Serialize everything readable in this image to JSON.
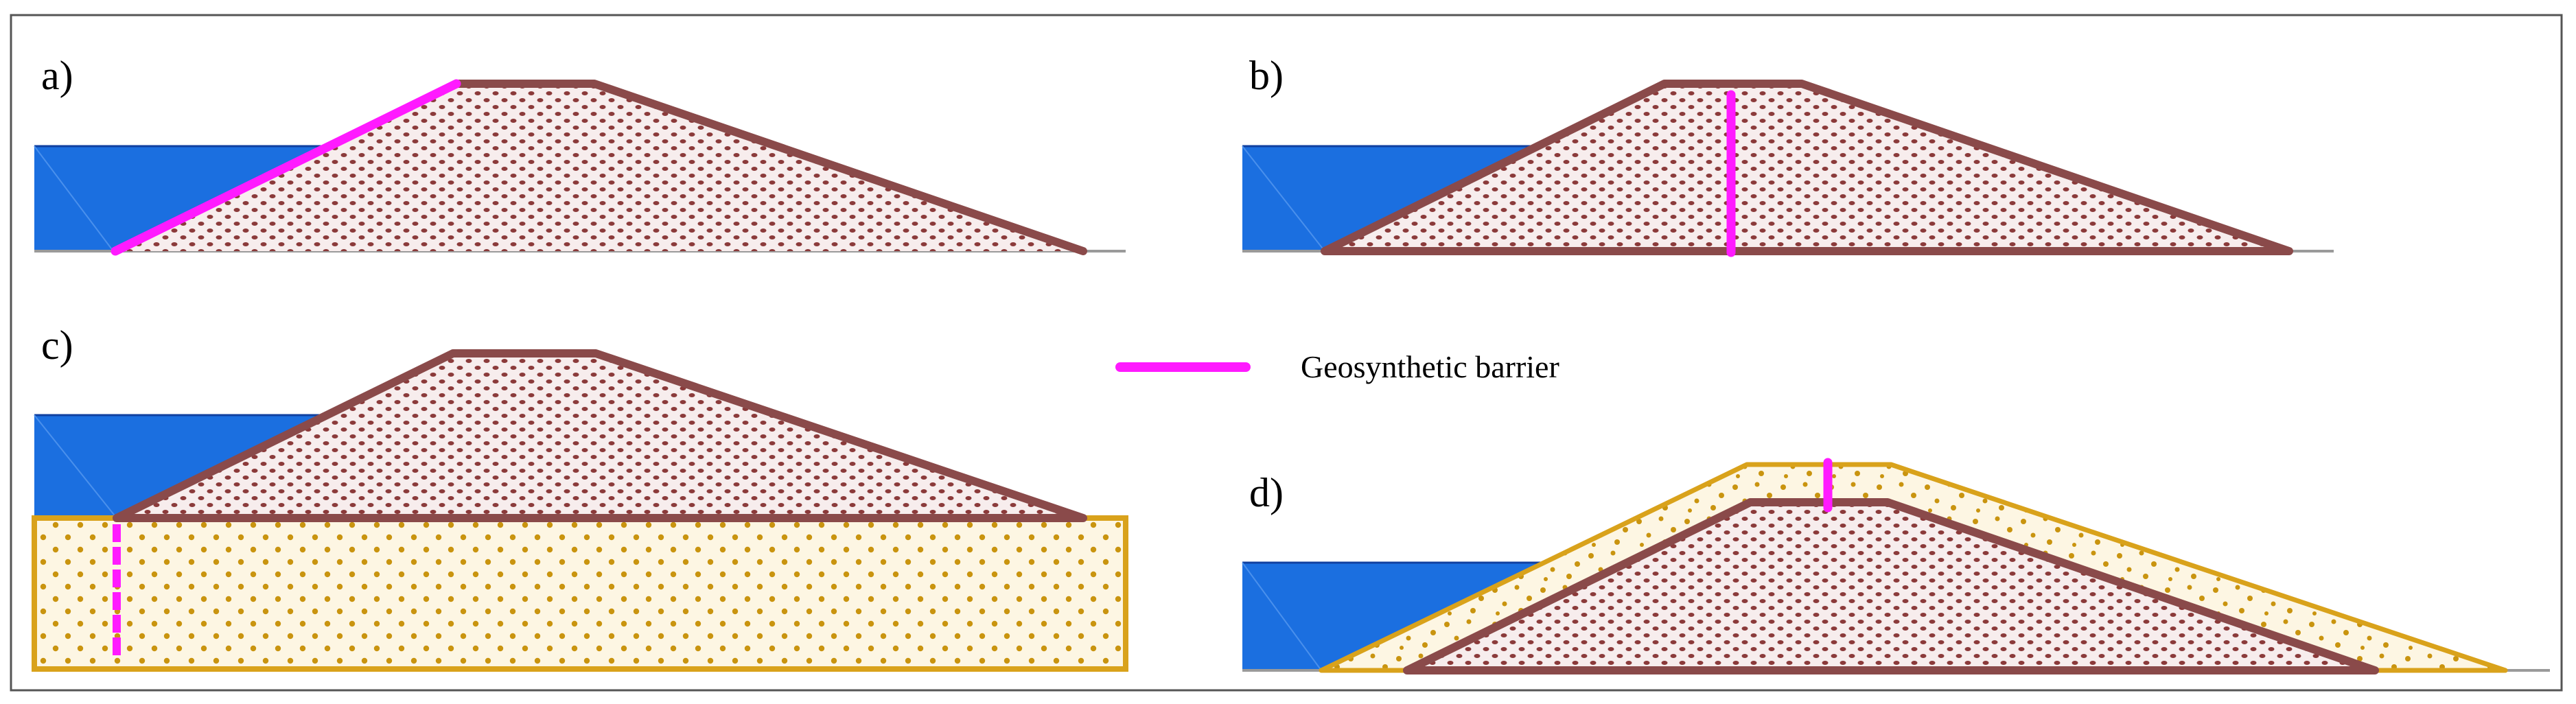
{
  "panels": {
    "a": {
      "label": "a)"
    },
    "b": {
      "label": "b)"
    },
    "c": {
      "label": "c)"
    },
    "d": {
      "label": "d)"
    }
  },
  "legend": {
    "label": "Geosynthetic barrier"
  },
  "colors": {
    "water": "#1b6fe0",
    "dam_outline": "#8a4a4a",
    "dam_fill": "#f7eded",
    "dam_dots": "#8b3a3a",
    "barrier": "#ff1aff",
    "foundation_outline": "#d9a21b",
    "foundation_fill": "#fdf6e3",
    "foundation_dots": "#c9940f",
    "ground": "#9a9a9a",
    "frame": "#555555"
  }
}
